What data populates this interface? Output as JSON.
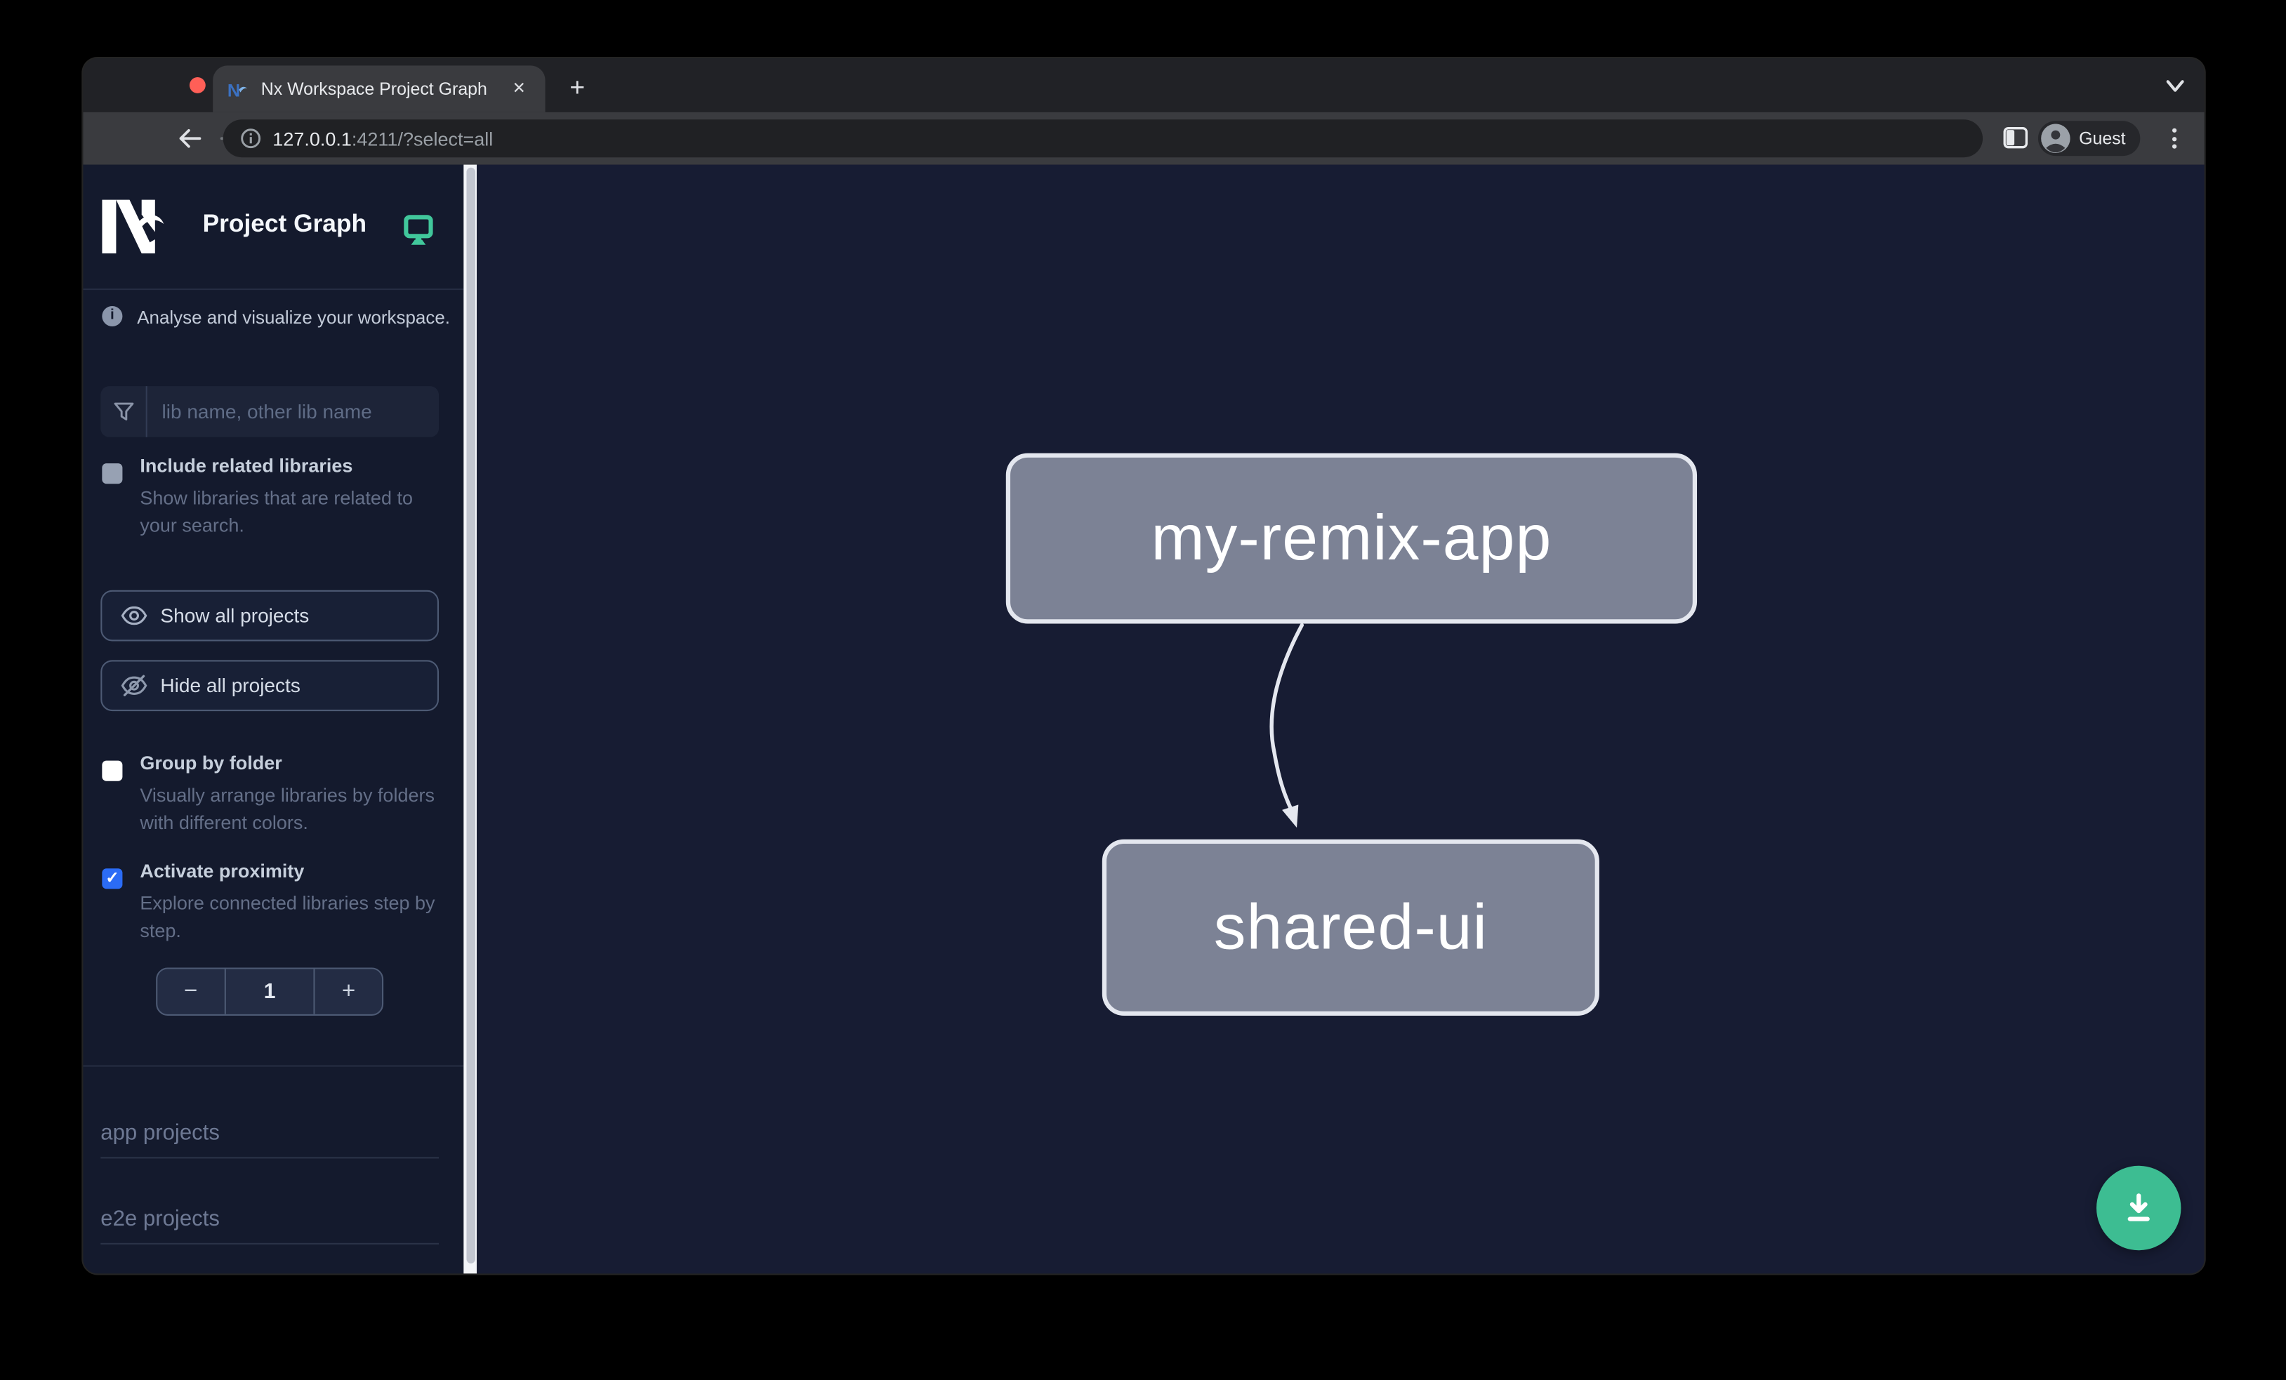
{
  "browser": {
    "tab": {
      "title": "Nx Workspace Project Graph",
      "close_glyph": "✕"
    },
    "new_tab_glyph": "+",
    "url": {
      "host": "127.0.0.1",
      "rest": ":4211/?select=all"
    },
    "profile": "Guest"
  },
  "sidebar": {
    "title": "Project Graph",
    "tagline": "Analyse and visualize your workspace.",
    "search": {
      "placeholder": "lib name, other lib name"
    },
    "checkboxes": [
      {
        "label": "Include related libraries",
        "description": "Show libraries that are related to your search.",
        "checked": false
      },
      {
        "label": "Group by folder",
        "description": "Visually arrange libraries by folders with different colors.",
        "checked": false
      },
      {
        "label": "Activate proximity",
        "description": "Explore connected libraries step by step.",
        "checked": true,
        "check_glyph": "✓"
      }
    ],
    "buttons": [
      {
        "label": "Show all projects"
      },
      {
        "label": "Hide all projects"
      }
    ],
    "stepper": {
      "decrease_glyph": "−",
      "value": "1",
      "increase_glyph": "+"
    },
    "sections": [
      {
        "label": "app projects"
      },
      {
        "label": "e2e projects"
      }
    ]
  },
  "graph": {
    "nodes": [
      {
        "label": "my-remix-app"
      },
      {
        "label": "shared-ui"
      }
    ],
    "edges": [
      {
        "from": "my-remix-app",
        "to": "shared-ui"
      }
    ]
  },
  "colors": {
    "accent-blue": "#2b6cf6",
    "fab-green": "#3dbd92",
    "monitor-green": "#41c79b",
    "node-fill": "#7c8295",
    "node-border": "#e4e7ef",
    "edge": "#e4e7ef",
    "traffic-red": "#ff5f57",
    "traffic-yellow": "#febc2e",
    "traffic-green": "#28c840"
  }
}
